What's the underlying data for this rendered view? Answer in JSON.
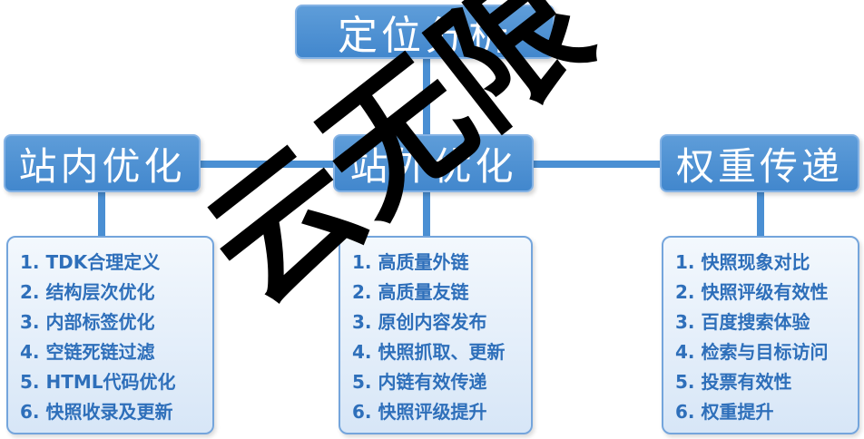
{
  "colors": {
    "node_fill": "#4a8fd3",
    "node_border": "#85b3e5",
    "node_text": "#ffffff",
    "connector": "#4a8fd3",
    "list_fill": "#dce9f8",
    "list_border": "#74a5dc",
    "list_text": "#2e6fba",
    "watermark": "#000000"
  },
  "root": {
    "label": "定位分析"
  },
  "branches": [
    {
      "label": "站内优化",
      "items": [
        "1. TDK合理定义",
        "2. 结构层次优化",
        "3. 内部标签优化",
        "4. 空链死链过滤",
        "5. HTML代码优化",
        "6. 快照收录及更新"
      ]
    },
    {
      "label": "站外优化",
      "items": [
        "1. 高质量外链",
        "2. 高质量友链",
        "3. 原创内容发布",
        "4. 快照抓取、更新",
        "5. 内链有效传递",
        "6. 快照评级提升"
      ]
    },
    {
      "label": "权重传递",
      "items": [
        "1. 快照现象对比",
        "2. 快照评级有效性",
        "3. 百度搜索体验",
        "4. 检索与目标访问",
        "5. 投票有效性",
        "6. 权重提升"
      ]
    }
  ],
  "watermark": {
    "text": "云无限"
  }
}
